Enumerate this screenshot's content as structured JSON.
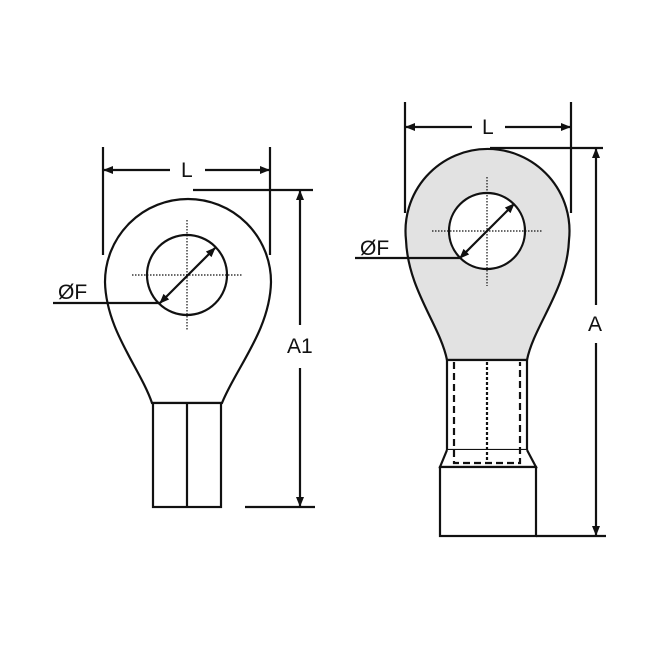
{
  "left_terminal": {
    "width_label": "L",
    "hole_label": "ØF",
    "length_label": "A1",
    "fill_color": "#ffffff"
  },
  "right_terminal": {
    "width_label": "L",
    "hole_label": "ØF",
    "length_label": "A",
    "fill_color": "#e2e2e2"
  }
}
